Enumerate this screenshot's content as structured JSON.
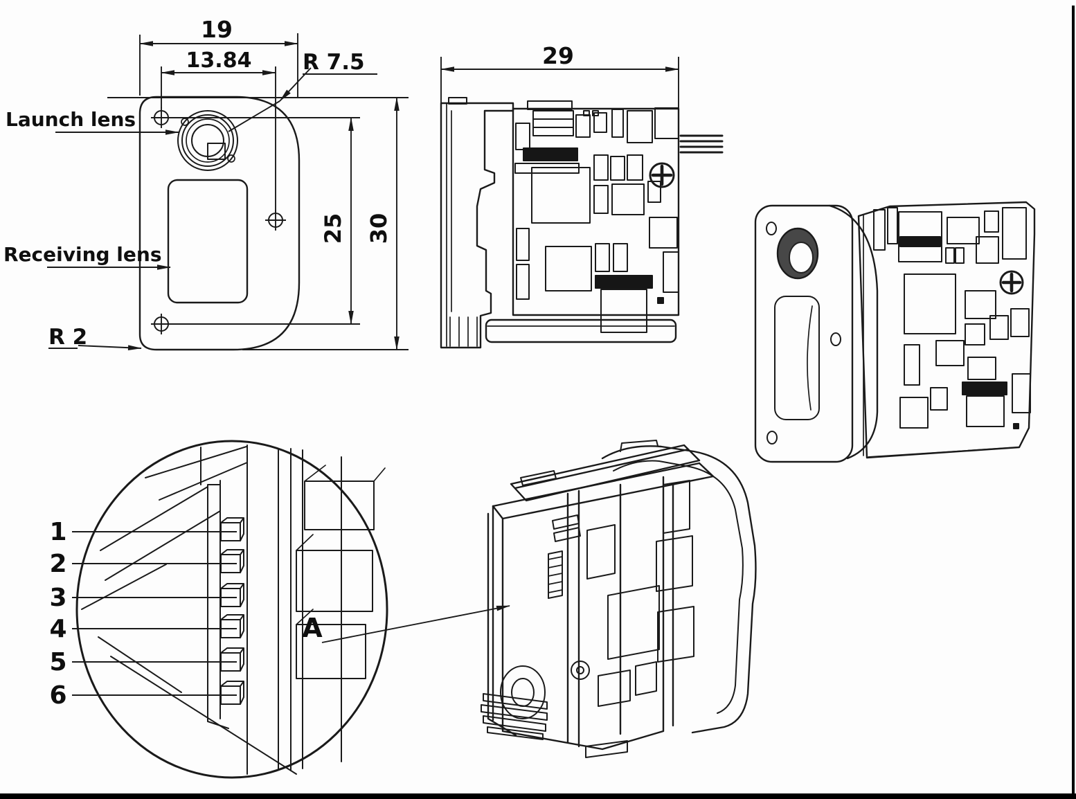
{
  "document": {
    "front_view": {
      "launch_lens_label": "Launch lens",
      "receiving_lens_label": "Receiving lens",
      "dim_width": "19",
      "dim_hole_spacing": "13.84",
      "dim_radius_large": "R 7.5",
      "dim_radius_small": "R 2",
      "dim_lens_to_hole": "25",
      "dim_height": "30"
    },
    "side_view": {
      "dim_depth": "29"
    },
    "detail_view": {
      "pins": [
        "1",
        "2",
        "3",
        "4",
        "5",
        "6"
      ],
      "section_label": "A"
    },
    "colors": {
      "line": "#1a1a1a",
      "frame": "#000000",
      "background": "#ffffff"
    }
  }
}
